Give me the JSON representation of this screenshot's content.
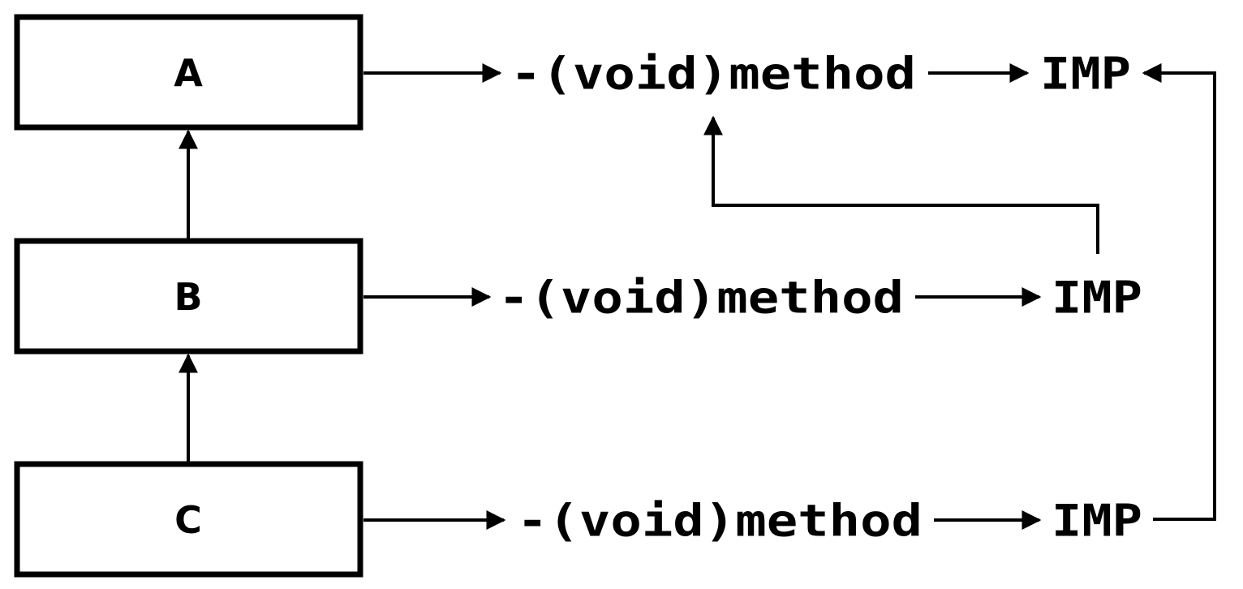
{
  "classes": [
    {
      "name": "A"
    },
    {
      "name": "B"
    },
    {
      "name": "C"
    }
  ],
  "rows": [
    {
      "method": "-(void)method",
      "imp": "IMP"
    },
    {
      "method": "-(void)method",
      "imp": "IMP"
    },
    {
      "method": "-(void)method",
      "imp": "IMP"
    }
  ],
  "colors": {
    "stroke": "#000000",
    "background": "#ffffff"
  }
}
